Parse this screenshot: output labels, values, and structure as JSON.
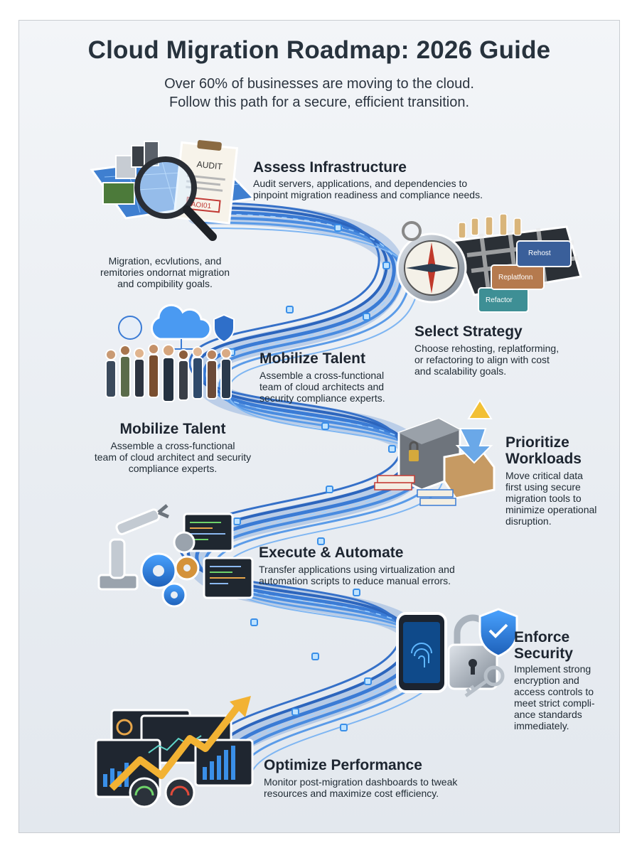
{
  "title": "Cloud Migration Roadmap: 2026 Guide",
  "subtitle_line1": "Over 60% of businesses are moving to the cloud.",
  "subtitle_line2": "Follow this path for a secure, efficient transition.",
  "steps": [
    {
      "heading": "Assess Infrastructure",
      "lines": [
        "Audit servers, applications, and dependencies to",
        "pinpoint migration readiness and compliance needs."
      ]
    },
    {
      "heading": "",
      "lines": [
        "Migration, ecvlutions, and",
        "remitories ondornat migration",
        "and compibility goals."
      ]
    },
    {
      "heading": "Select Strategy",
      "lines": [
        "Choose rehosting, replatforming,",
        "or refactoring to align with cost",
        "and scalability goals."
      ]
    },
    {
      "heading": "Mobilize Talent",
      "lines": [
        "Assemble a cross-functional",
        "team of cloud architects and",
        "security compliance experts."
      ]
    },
    {
      "heading": "Mobilize Talent",
      "lines": [
        "Assemble a cross-functional",
        "team of cloud architect and security",
        "compliance experts."
      ]
    },
    {
      "heading_lines": [
        "Prioritize",
        "Workloads"
      ],
      "lines": [
        "Move critical data",
        "first using secure",
        "migration tools to",
        "minimize operational",
        "disruption."
      ]
    },
    {
      "heading": "Execute & Automate",
      "lines": [
        "Transfer applications using virtualization and",
        "automation scripts to reduce manual errors."
      ]
    },
    {
      "heading_lines": [
        "Enforce",
        "Security"
      ],
      "lines": [
        "Implement strong",
        "encryption and",
        "access controls to",
        "meet strict compli-",
        "ance standards",
        "immediately."
      ]
    },
    {
      "heading": "Optimize Performance",
      "lines": [
        "Monitor post-migration dashboards to tweak",
        "resources and maximize cost efficiency."
      ]
    }
  ],
  "illustration_labels": {
    "audit_doc": "AUDIT",
    "audit_stamp": "AOI01",
    "strategy_blocks": [
      "Rehost",
      "Replatfonn",
      "Refactor"
    ]
  },
  "colors": {
    "cable": "#3a7bd5",
    "cable_glow": "#7fc4ff",
    "heading": "#1d2530",
    "accent": "#f2b233"
  }
}
